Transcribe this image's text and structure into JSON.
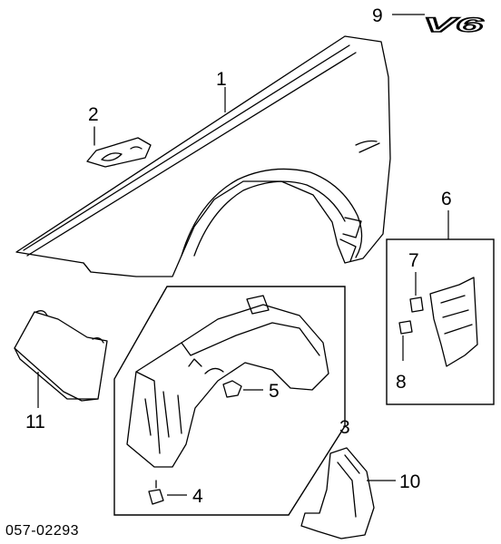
{
  "diagram": {
    "callouts": {
      "fender": "1",
      "bracket": "2",
      "inner_fender": "3",
      "clip": "4",
      "screw": "5",
      "splash_guard_kit": "6",
      "clip_a": "7",
      "clip_b": "8",
      "emblem": "9",
      "mudguard": "10",
      "side_cover": "11"
    },
    "emblem_text": "V6",
    "catalog_number": "057-02293"
  }
}
